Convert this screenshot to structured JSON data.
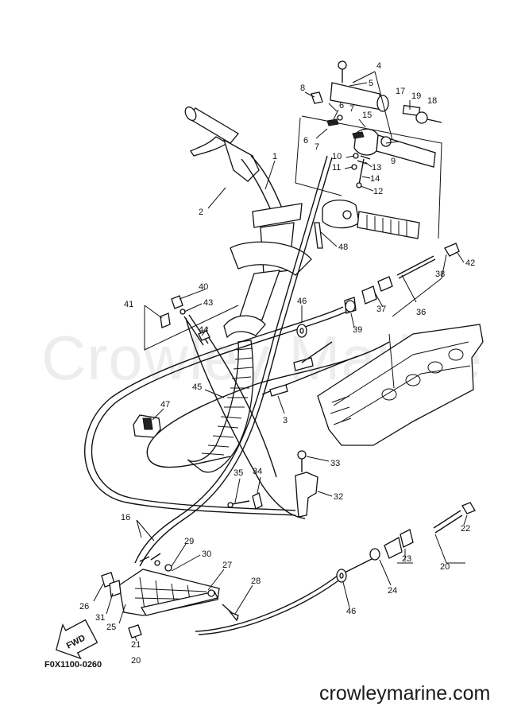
{
  "watermark": "Crowley Marine",
  "footer": {
    "code": "F0X1100-0260",
    "site": "crowleymarine.com"
  },
  "arrow": {
    "label": "FWD"
  },
  "callouts": [
    "1",
    "2",
    "3",
    "4",
    "5",
    "6",
    "7",
    "8",
    "9",
    "10",
    "11",
    "12",
    "13",
    "14",
    "15",
    "16",
    "17",
    "18",
    "19",
    "20",
    "21",
    "22",
    "23",
    "24",
    "25",
    "26",
    "27",
    "28",
    "29",
    "30",
    "31",
    "32",
    "33",
    "34",
    "35",
    "36",
    "37",
    "38",
    "39",
    "40",
    "41",
    "42",
    "43",
    "44",
    "45",
    "46",
    "47",
    "48"
  ]
}
